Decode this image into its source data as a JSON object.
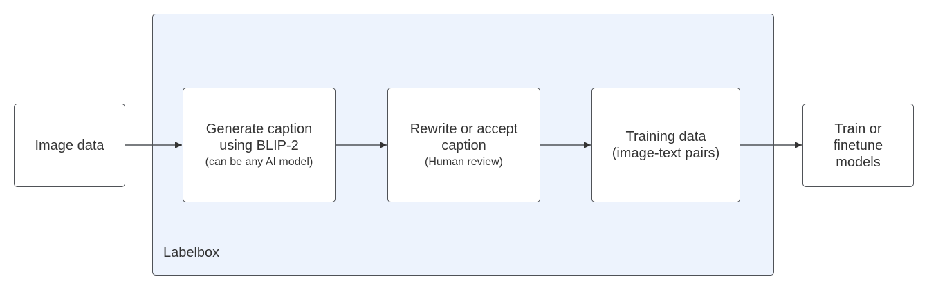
{
  "container": {
    "label": "Labelbox"
  },
  "nodes": {
    "image_data": {
      "main": "Image data"
    },
    "generate_caption": {
      "main": "Generate caption\nusing BLIP-2",
      "sub": "(can be any AI model)"
    },
    "rewrite_caption": {
      "main": "Rewrite or accept\ncaption",
      "sub": "(Human review)"
    },
    "training_data": {
      "main": "Training data\n(image-text pairs)"
    },
    "train_models": {
      "main": "Train or\nfinetune\nmodels"
    }
  },
  "colors": {
    "container_fill": "#edf3fd",
    "stroke": "#4f5257",
    "text": "#333333",
    "node_fill": "#ffffff"
  }
}
